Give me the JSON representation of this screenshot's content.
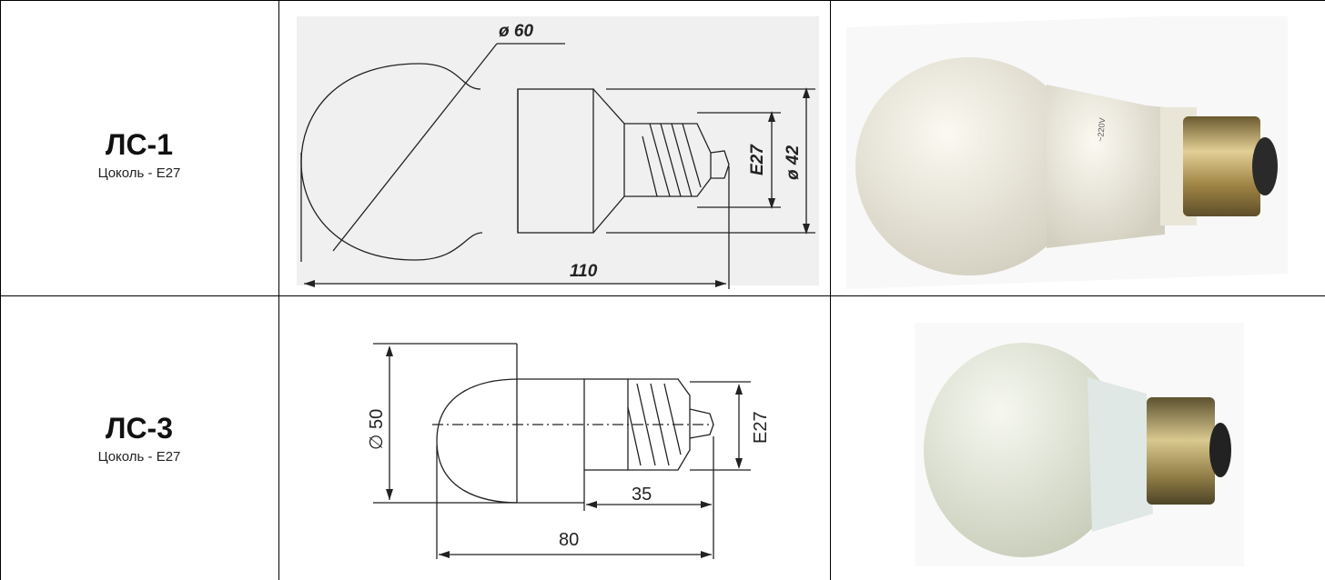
{
  "rows": [
    {
      "name": "ЛС-1",
      "base": "Цоколь - E27",
      "drawing": {
        "dim_diameter": "ø 60",
        "dim_thread": "E27",
        "dim_neck": "ø 42",
        "dim_length": "110"
      },
      "photo": {
        "marking": "~220V"
      }
    },
    {
      "name": "ЛС-3",
      "base": "Цоколь - E27",
      "drawing": {
        "dim_diameter": "∅ 50",
        "dim_thread": "E27",
        "dim_base_length": "35",
        "dim_length": "80"
      }
    }
  ],
  "colors": {
    "border": "#000000",
    "drawing_bg": "#f0f0f0",
    "bulb_glass": "#ece9dc",
    "brass": "#b89a58"
  }
}
